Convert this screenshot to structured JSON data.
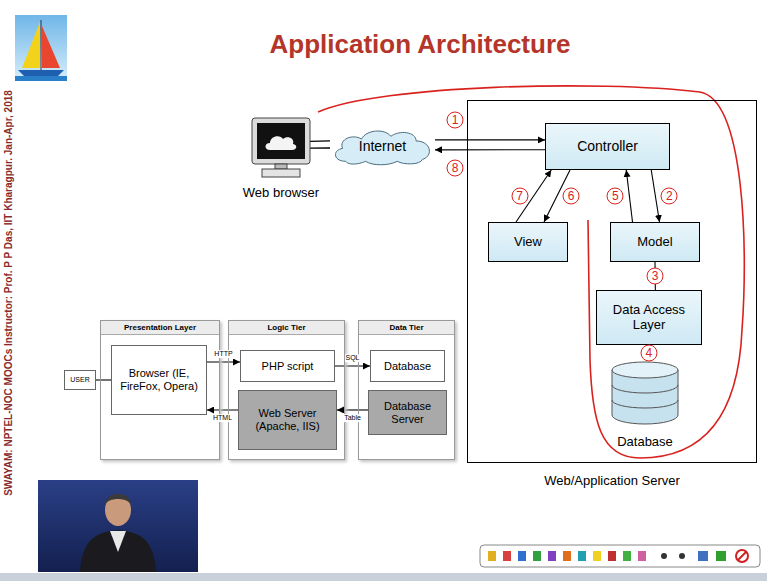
{
  "diagram": {
    "title": "Application Architecture",
    "nodes": [
      {
        "text": [
          "Web browser"
        ]
      },
      {
        "text": [
          "Internet"
        ]
      },
      {
        "text": [
          "Web/Application Server"
        ]
      },
      {
        "text": [
          "Controller"
        ],
        "in": 2
      },
      {
        "text": [
          "View"
        ],
        "in": 2
      },
      {
        "text": [
          "Model"
        ],
        "in": 2
      },
      {
        "text": [
          "Data Access Layer"
        ],
        "in": 2
      },
      {
        "text": [
          "Database"
        ],
        "in": 2
      },
      {
        "text": [
          "USER"
        ]
      },
      {
        "text": [
          "Presentation Layer"
        ]
      },
      {
        "text": [
          "Browser (IE, FireFox, Opera)"
        ],
        "in": 9
      },
      {
        "text": [
          "Logic Tier"
        ]
      },
      {
        "text": [
          "PHP script"
        ],
        "in": 11
      },
      {
        "text": [
          "Web Server (Apache, IIS)"
        ],
        "in": 11
      },
      {
        "text": [
          "Data Tier"
        ]
      },
      {
        "text": [
          "Database"
        ],
        "in": 14
      },
      {
        "text": [
          "Database Server"
        ],
        "in": 14
      }
    ],
    "edges": [
      {
        "from": 0,
        "to": 1,
        "arrow": "none"
      },
      {
        "from": 0,
        "to": 1,
        "arrow": "none"
      },
      {
        "from": 1,
        "to": 3,
        "label": "1",
        "arrow": "to"
      },
      {
        "from": 3,
        "to": 1,
        "label": "8",
        "arrow": "to"
      },
      {
        "from": 3,
        "to": 5,
        "label": "2",
        "arrow": "to"
      },
      {
        "from": 5,
        "to": 3,
        "label": "5",
        "arrow": "to"
      },
      {
        "from": 3,
        "to": 4,
        "label": "6",
        "arrow": "to"
      },
      {
        "from": 4,
        "to": 3,
        "label": "7",
        "arrow": "to"
      },
      {
        "from": 5,
        "to": 6,
        "label": "3",
        "arrow": "none"
      },
      {
        "from": 6,
        "to": 7,
        "label": "4",
        "arrow": "none"
      },
      {
        "from": 8,
        "to": 10,
        "arrow": "none"
      },
      {
        "from": 10,
        "to": 12,
        "label": "HTTP",
        "arrow": "to"
      },
      {
        "from": 13,
        "to": 10,
        "label": "HTML",
        "arrow": "to"
      },
      {
        "from": 12,
        "to": 15,
        "label": "SQL",
        "arrow": "to"
      },
      {
        "from": 16,
        "to": 13,
        "label": "Table",
        "arrow": "to"
      }
    ],
    "labels": [
      "SWAYAM: NPTEL-NOC MOOCs Instructor: Prof. P P Das, IIT Kharagpur. Jan-Apr, 2018"
    ]
  }
}
